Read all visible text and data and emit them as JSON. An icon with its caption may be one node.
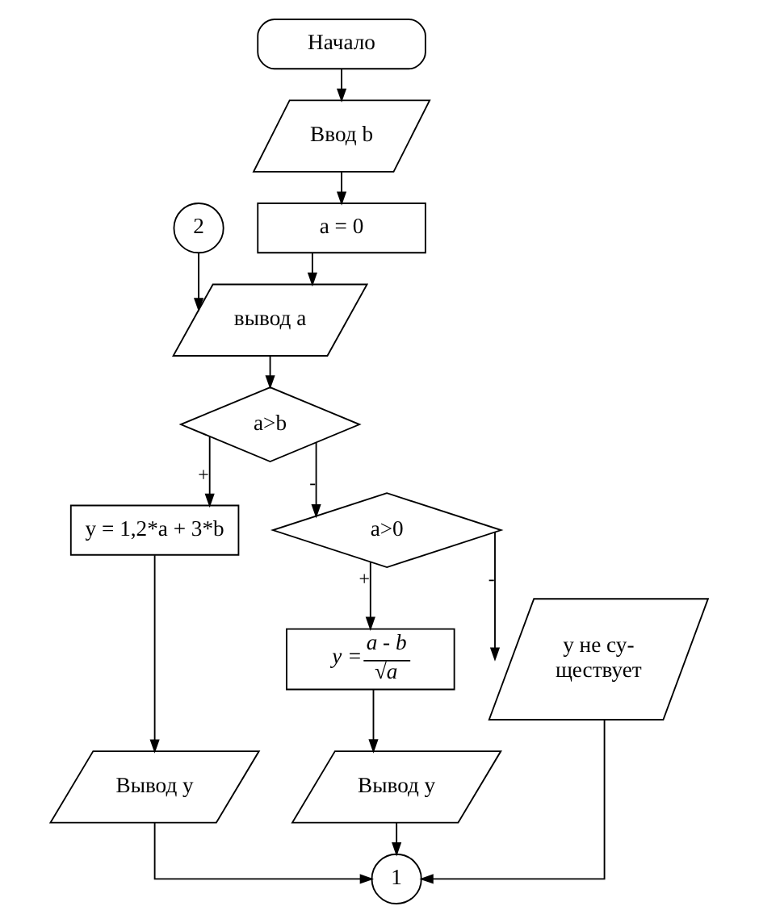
{
  "diagram": {
    "nodes": [
      {
        "text": [
          "Начало"
        ]
      },
      {
        "text": [
          "Ввод b"
        ]
      },
      {
        "text": [
          "a = 0"
        ]
      },
      {
        "text": [
          "2"
        ]
      },
      {
        "text": [
          "вывод a"
        ]
      },
      {
        "text": [
          "a>b"
        ]
      },
      {
        "text": [
          "y = 1,2*a + 3*b"
        ]
      },
      {
        "text": [
          "a>0"
        ]
      },
      {
        "text": [
          "Вывод y"
        ]
      },
      {
        "text": [
          "y =",
          "a - b",
          "√a"
        ]
      },
      {
        "text": [
          "Вывод y"
        ]
      },
      {
        "text": [
          "y не су- ществует"
        ]
      },
      {
        "text": [
          "1"
        ]
      }
    ],
    "edges": [
      {
        "from": 0,
        "to": 1,
        "arrow": "to"
      },
      {
        "from": 1,
        "to": 2,
        "arrow": "to"
      },
      {
        "from": 2,
        "to": 4,
        "arrow": "to"
      },
      {
        "from": 3,
        "to": 4,
        "arrow": "to"
      },
      {
        "from": 4,
        "to": 5,
        "arrow": "to"
      },
      {
        "from": 5,
        "to": 6,
        "arrow": "to",
        "label": "+"
      },
      {
        "from": 5,
        "to": 7,
        "arrow": "to",
        "label": "-"
      },
      {
        "from": 6,
        "to": 8,
        "arrow": "to"
      },
      {
        "from": 7,
        "to": 9,
        "arrow": "to",
        "label": "+"
      },
      {
        "from": 7,
        "to": 11,
        "arrow": "to",
        "label": "-"
      },
      {
        "from": 9,
        "to": 10,
        "arrow": "to"
      },
      {
        "from": 8,
        "to": 12,
        "arrow": "to"
      },
      {
        "from": 10,
        "to": 12,
        "arrow": "to"
      },
      {
        "from": 11,
        "to": 12,
        "arrow": "to"
      }
    ]
  }
}
